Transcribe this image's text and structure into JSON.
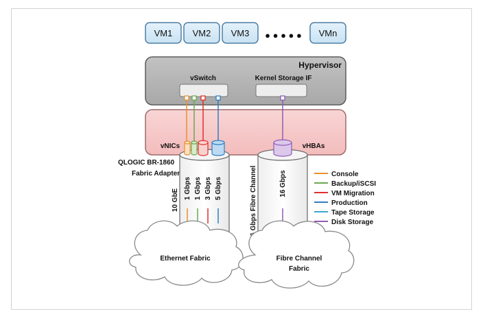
{
  "vms": [
    "VM1",
    "VM2",
    "VM3",
    "VMn"
  ],
  "vm_ellipsis": "● ● ● ● ●",
  "hypervisor": {
    "title": "Hypervisor",
    "vswitch_label": "vSwitch",
    "kernel_label": "Kernel Storage IF"
  },
  "adapter": {
    "vnics_label": "vNICs",
    "vhbas_label": "vHBAs",
    "name_line1": "QLOGIC BR-1860",
    "name_line2": "Fabric Adapter"
  },
  "eth_pipe": {
    "total_label": "10 GbE",
    "channels": [
      {
        "label": "1 Gbps",
        "color": "#e8912d"
      },
      {
        "label": "1 Gbps",
        "color": "#6aa84f"
      },
      {
        "label": "3 Gbps",
        "color": "#e0302b"
      },
      {
        "label": "5 Gbps",
        "color": "#2f7fc1"
      }
    ]
  },
  "fc_pipe": {
    "total_label": "16 Gbps Fibre Channel",
    "channels": [
      {
        "label": "16 Gbps",
        "color": "#8e5bb5"
      }
    ]
  },
  "legend": [
    {
      "label": "Console",
      "color": "#e8912d"
    },
    {
      "label": "Backup/iSCSI",
      "color": "#6aa84f"
    },
    {
      "label": "VM Migration",
      "color": "#e0302b"
    },
    {
      "label": "Production",
      "color": "#2f7fc1"
    },
    {
      "label": "Tape Storage",
      "color": "#39a9c9"
    },
    {
      "label": "Disk Storage",
      "color": "#8e5bb5"
    }
  ],
  "clouds": {
    "ethernet_label": "Ethernet Fabric",
    "fc_line1": "Fibre Channel",
    "fc_line2": "Fabric"
  }
}
